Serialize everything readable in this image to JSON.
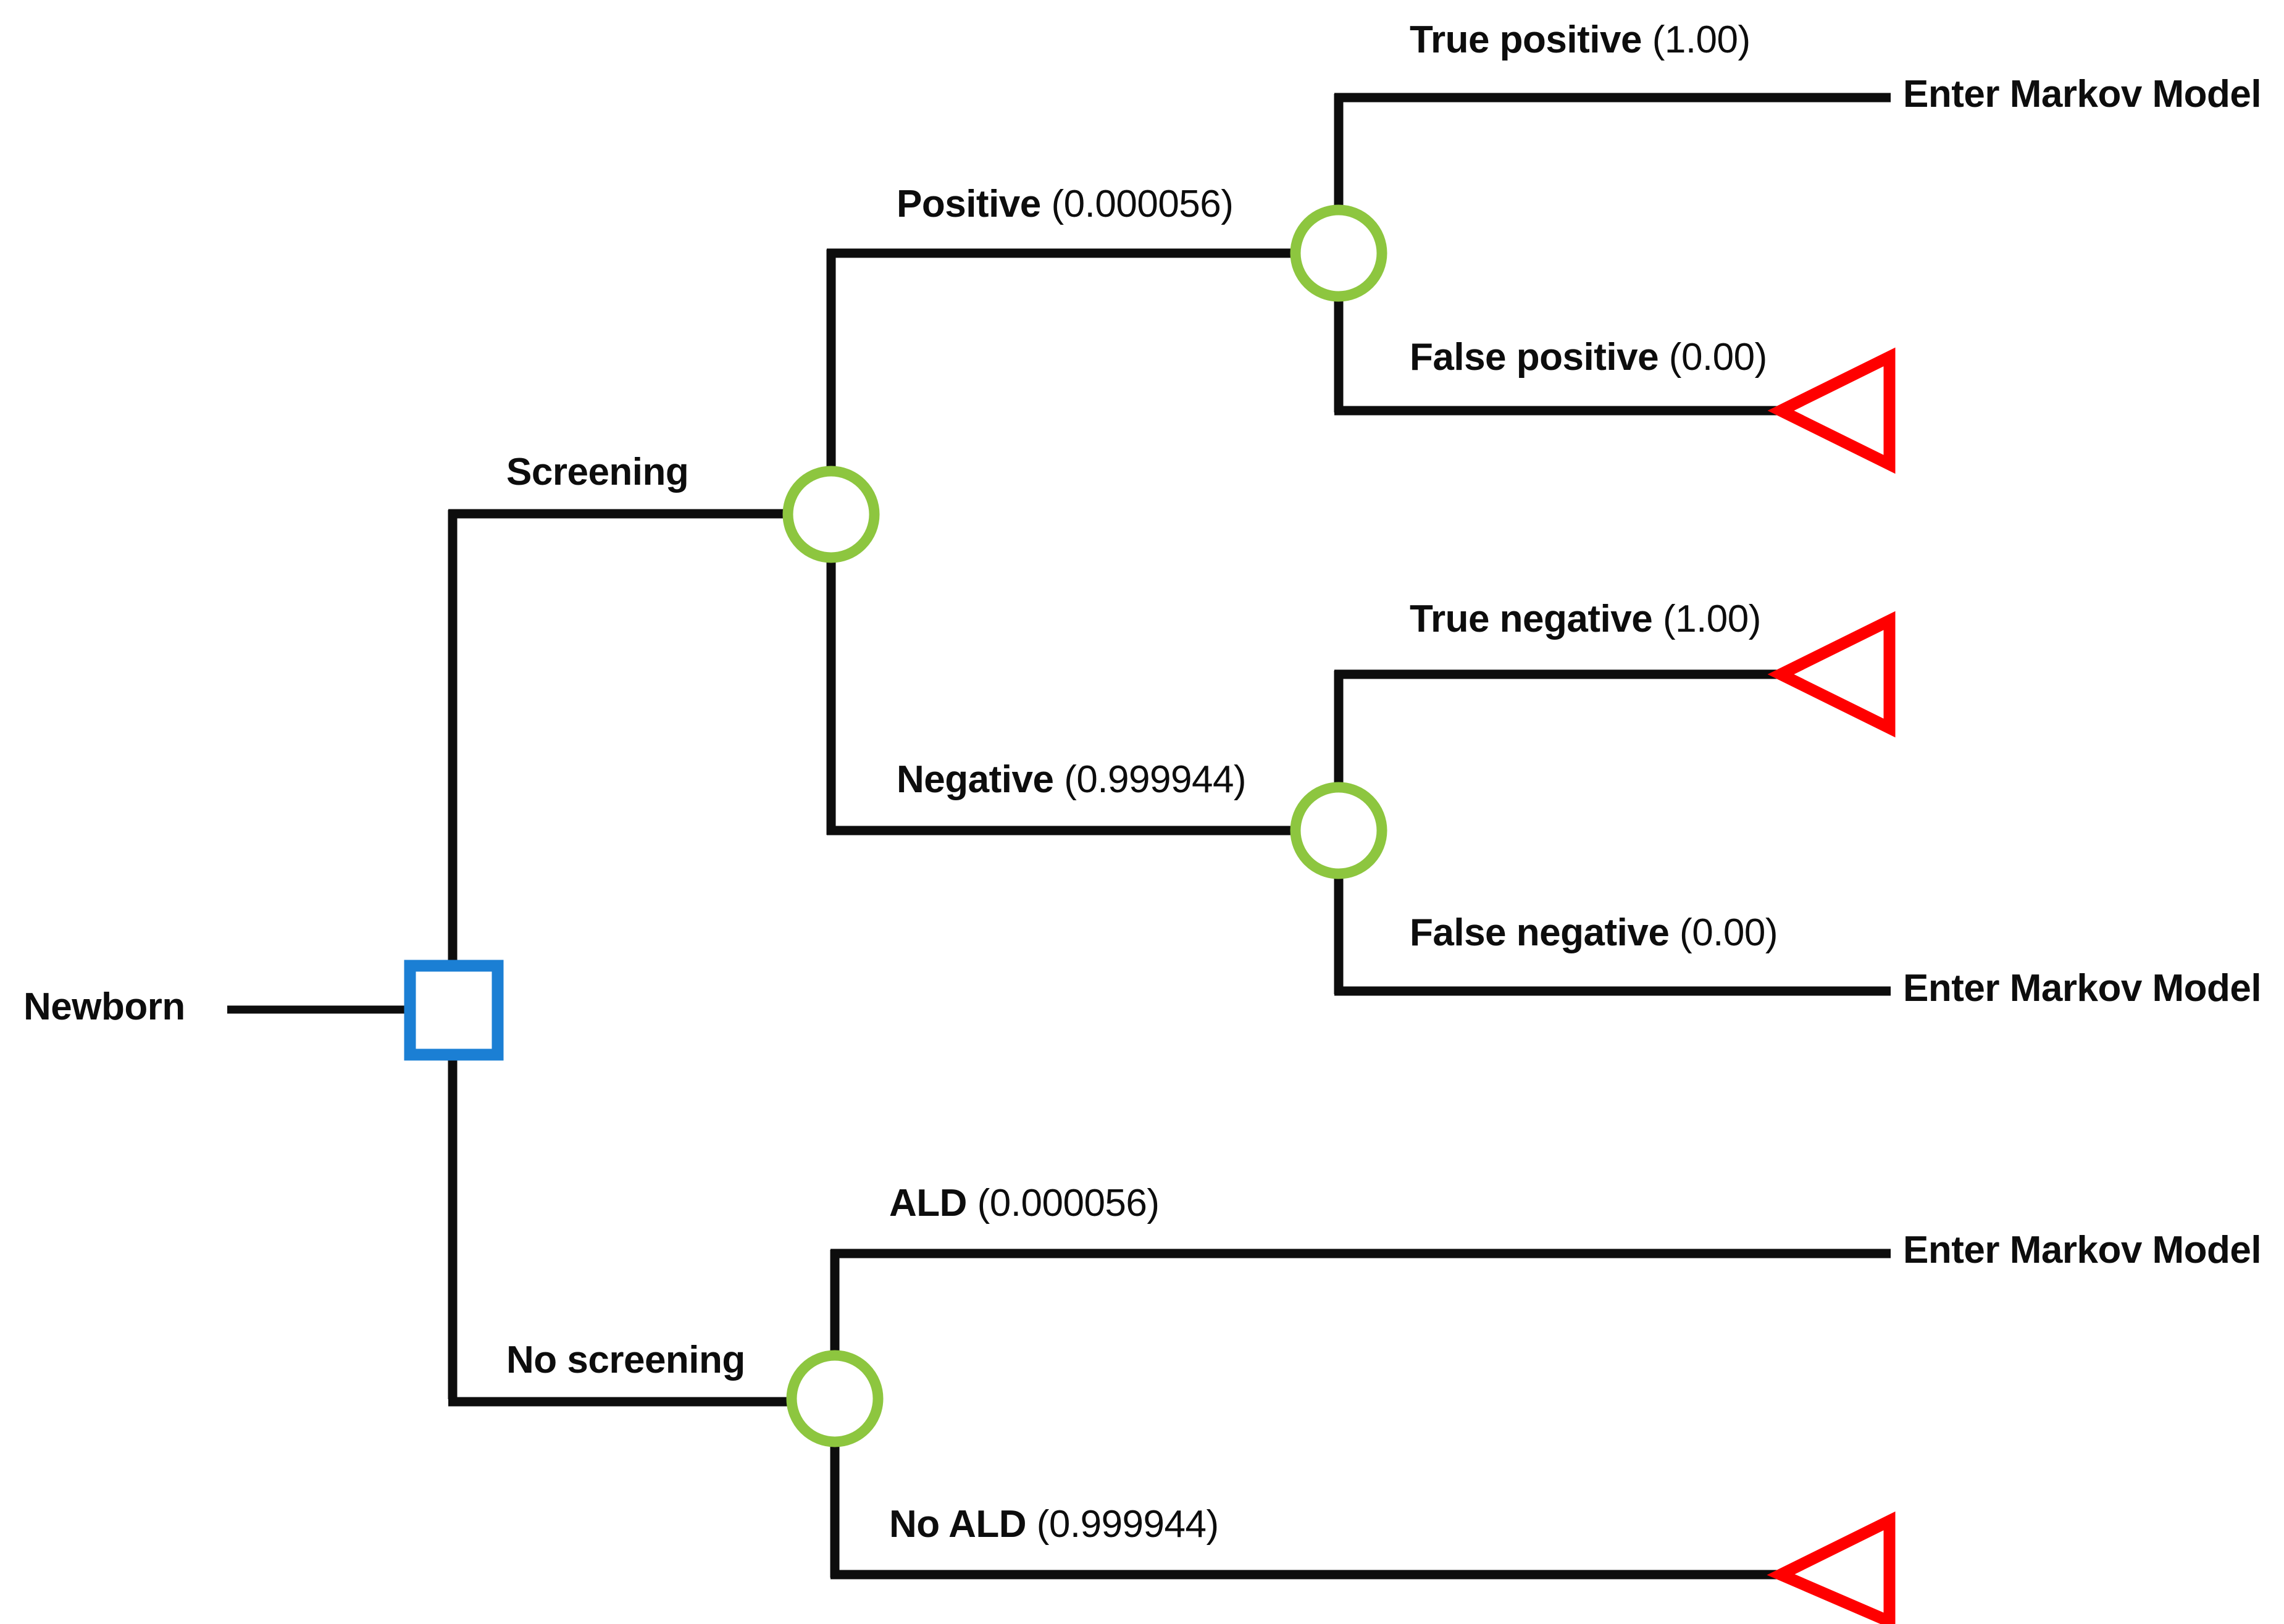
{
  "diagram": {
    "type": "decision-tree",
    "title": "",
    "colors": {
      "decision_node": "#1B7FD4",
      "chance_node": "#8DC63F",
      "terminal_node": "#FF0000",
      "branch_line": "#0D0D0D",
      "text": "#0D0D0D",
      "background": "#FFFFFF"
    },
    "root": {
      "label": "Newborn",
      "node_shape": "square",
      "node_name": "decision-node"
    },
    "branches": {
      "screening": {
        "label": "Screening",
        "probability": "",
        "children": {
          "positive": {
            "label": "Positive",
            "probability": "(0.000056)",
            "children": {
              "true_positive": {
                "label": "True positive",
                "probability": "(1.00)",
                "outcome": "Enter Markov Model",
                "terminal": "markov"
              },
              "false_positive": {
                "label": "False positive",
                "probability": "(0.00)",
                "outcome": "",
                "terminal": "triangle"
              }
            }
          },
          "negative": {
            "label": "Negative",
            "probability": "(0.999944)",
            "children": {
              "true_negative": {
                "label": "True negative",
                "probability": "(1.00)",
                "outcome": "",
                "terminal": "triangle"
              },
              "false_negative": {
                "label": "False negative",
                "probability": "(0.00)",
                "outcome": "Enter Markov Model",
                "terminal": "markov"
              }
            }
          }
        }
      },
      "no_screening": {
        "label": "No screening",
        "probability": "",
        "children": {
          "ald": {
            "label": "ALD",
            "probability": "(0.000056)",
            "outcome": "Enter Markov Model",
            "terminal": "markov"
          },
          "no_ald": {
            "label": "No ALD",
            "probability": "(0.999944)",
            "outcome": "",
            "terminal": "triangle"
          }
        }
      }
    },
    "labels": {
      "newborn": "Newborn",
      "screening": "Screening",
      "no_screening": "No screening",
      "positive_name": "Positive",
      "positive_prob": "(0.000056)",
      "negative_name": "Negative",
      "negative_prob": "(0.999944)",
      "true_positive_name": "True positive",
      "true_positive_prob": "(1.00)",
      "false_positive_name": "False positive",
      "false_positive_prob": "(0.00)",
      "true_negative_name": "True negative",
      "true_negative_prob": "(1.00)",
      "false_negative_name": "False negative",
      "false_negative_prob": "(0.00)",
      "ald_name": "ALD",
      "ald_prob": "(0.000056)",
      "no_ald_name": "No ALD",
      "no_ald_prob": "(0.999944)",
      "markov_tp": "Enter Markov Model",
      "markov_fn": "Enter Markov Model",
      "markov_ald": "Enter Markov Model"
    }
  }
}
